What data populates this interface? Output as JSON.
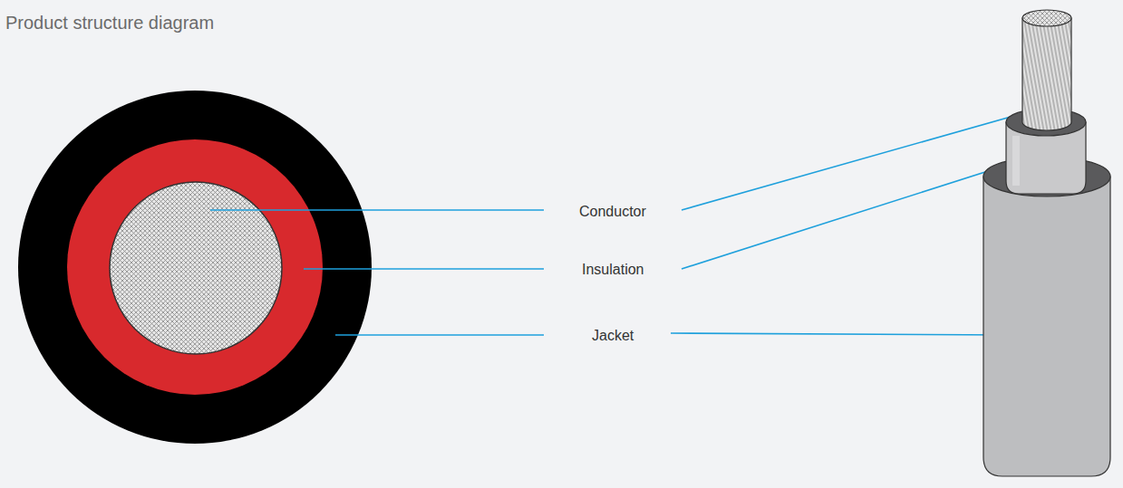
{
  "diagram": {
    "title": "Product structure diagram",
    "labels": [
      "Conductor",
      "Insulation",
      "Jacket"
    ]
  }
}
